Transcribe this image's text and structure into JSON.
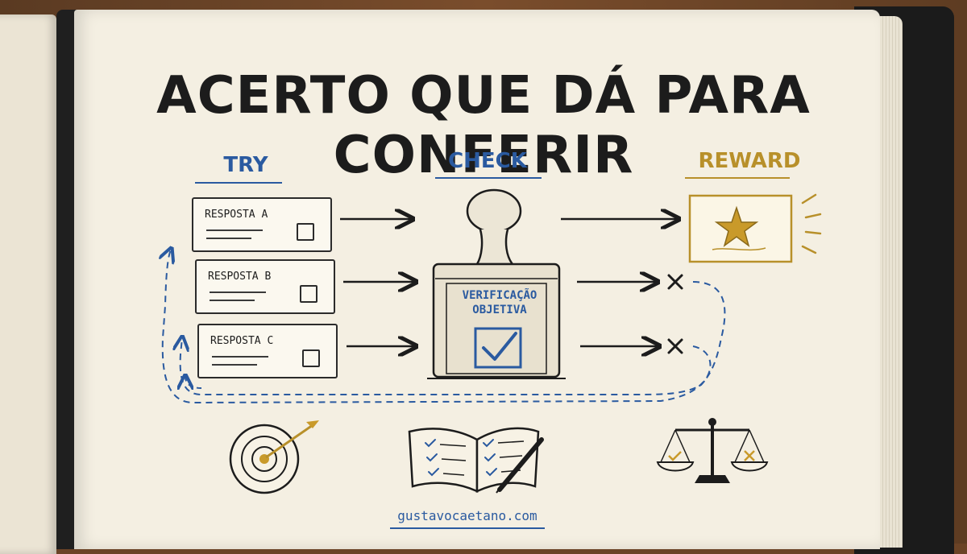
{
  "title": "ACERTO QUE DÁ PARA CONFERIR",
  "stages": {
    "try": "TRY",
    "check": "CHECK",
    "reward": "REWARD"
  },
  "answers": [
    {
      "label": "RESPOSTA A"
    },
    {
      "label": "RESPOSTA B"
    },
    {
      "label": "RESPOSTA C"
    }
  ],
  "stamp": {
    "line1": "VERIFICAÇÃO",
    "line2": "OBJETIVA"
  },
  "footer": "gustavocaetano.com",
  "colors": {
    "ink": "#1c1c1c",
    "blue": "#2a5aa0",
    "gold": "#b8902a",
    "paper": "#f4efe2"
  }
}
